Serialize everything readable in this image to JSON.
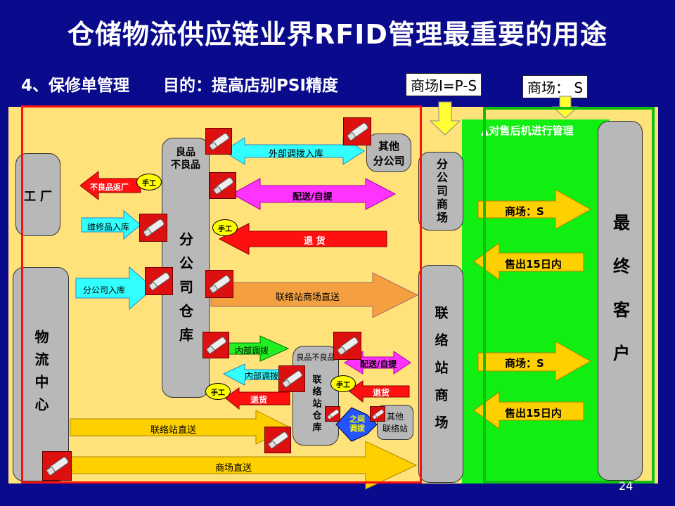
{
  "title": "仓储物流供应链业界RFID管理最重要的用途",
  "subtitle": "4、保修单管理      目的：提高店别PSI精度",
  "boxes": {
    "psi": "商场I=P-S",
    "s": "商场： S"
  },
  "after_sales": "▲对售后机进行管理",
  "nodes": {
    "factory": "工 厂",
    "logistics": "物流中心",
    "warehouse_top": "良品\n不良品",
    "warehouse": "分公司仓库",
    "other_branch": "其他\n分公司",
    "branch_store": "分公司商场",
    "liaison_store": "联络站商场",
    "customer": "最终客户",
    "station_top": "良品不良品",
    "station_wh": "联络站仓库",
    "other_station": "其他\n联络站"
  },
  "arrows": {
    "outer_transfer": "外部调拨入库",
    "defect_return": "不良品返厂",
    "deliver1": "配送/自提",
    "repair_in": "维修品入库",
    "return1": "退  货",
    "branch_in": "分公司入库",
    "liaison_direct1": "联络站商场直送",
    "inner_out": "内部调拨",
    "inner_in": "内部调拨",
    "deliver2": "配送/自提",
    "return2": "退货",
    "return3": "退货",
    "between": "之间\n调拨",
    "liaison_direct2": "联络站直送",
    "store_direct": "商场直送",
    "store_s1": "商场：S",
    "sold1": "售出15日内",
    "store_s2": "商场：S",
    "sold2": "售出15日内"
  },
  "manual": "手工",
  "page_number": "24",
  "colors": {
    "background": "#0a0a8c",
    "content": "#ffe27a",
    "green": "#11ee11",
    "cyan": "#33ffff",
    "magenta": "#ff33ff",
    "red": "#ff0000",
    "orange": "#f4a040",
    "yellow": "#ffd000",
    "gray": "#b8b8b8"
  }
}
